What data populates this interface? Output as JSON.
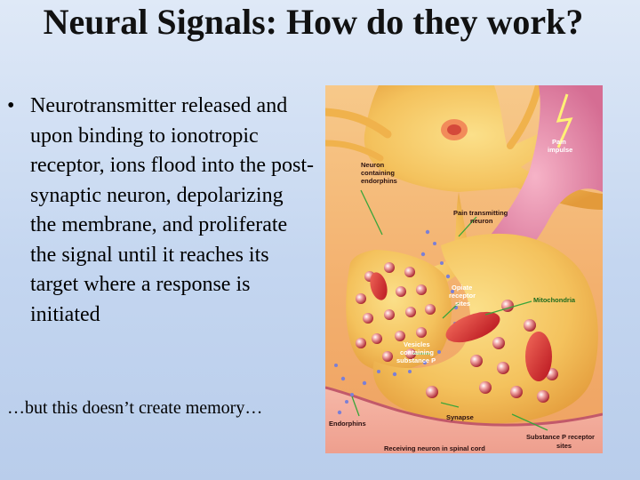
{
  "slide": {
    "title": "Neural Signals: How do they work?",
    "bullet_symbol": "•",
    "bullet_text": "Neurotransmitter released and upon binding to ionotropic receptor, ions flood into the post-synaptic neuron, depolarizing the membrane, and proliferate the signal until it reaches its target where a response is initiated",
    "footer": "…but this doesn’t create memory…"
  },
  "figure": {
    "labels": {
      "neuron_endorphins_1": "Neuron",
      "neuron_endorphins_2": "containing",
      "neuron_endorphins_3": "endorphins",
      "pain_impulse_1": "Pain",
      "pain_impulse_2": "impulse",
      "pain_transmitting_1": "Pain transmitting",
      "pain_transmitting_2": "neuron",
      "opiate_1": "Opiate",
      "opiate_2": "receptor",
      "opiate_3": "sites",
      "mitochondria": "Mitochondria",
      "vesicles_1": "Vesicles",
      "vesicles_2": "containing",
      "vesicles_3": "substance P",
      "synapse": "Synapse",
      "endorphins": "Endorphins",
      "substance_p_receptor_1": "Substance P receptor",
      "substance_p_receptor_2": "sites",
      "receiving_neuron": "Receiving neuron in spinal cord"
    }
  }
}
